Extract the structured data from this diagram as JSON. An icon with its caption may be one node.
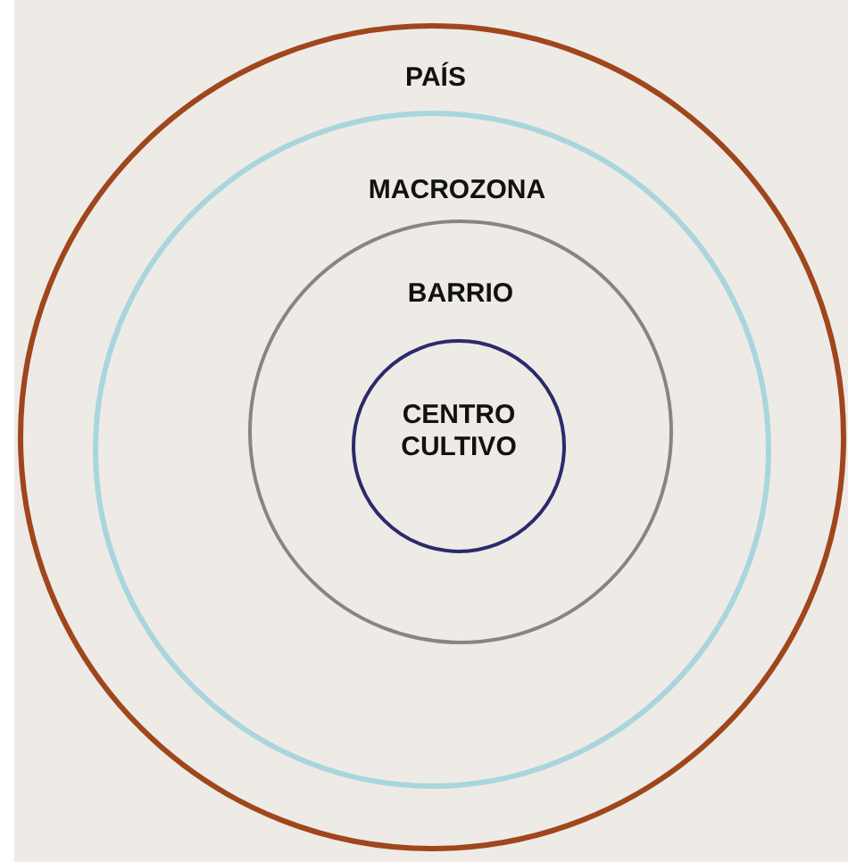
{
  "diagram": {
    "nodes": [
      {
        "text": [
          "PAÍS"
        ]
      },
      {
        "text": [
          "MACROZONA"
        ],
        "in": 0
      },
      {
        "text": [
          "BARRIO"
        ],
        "in": 1
      },
      {
        "text": [
          "CENTRO CULTIVO"
        ],
        "in": 2
      }
    ]
  }
}
